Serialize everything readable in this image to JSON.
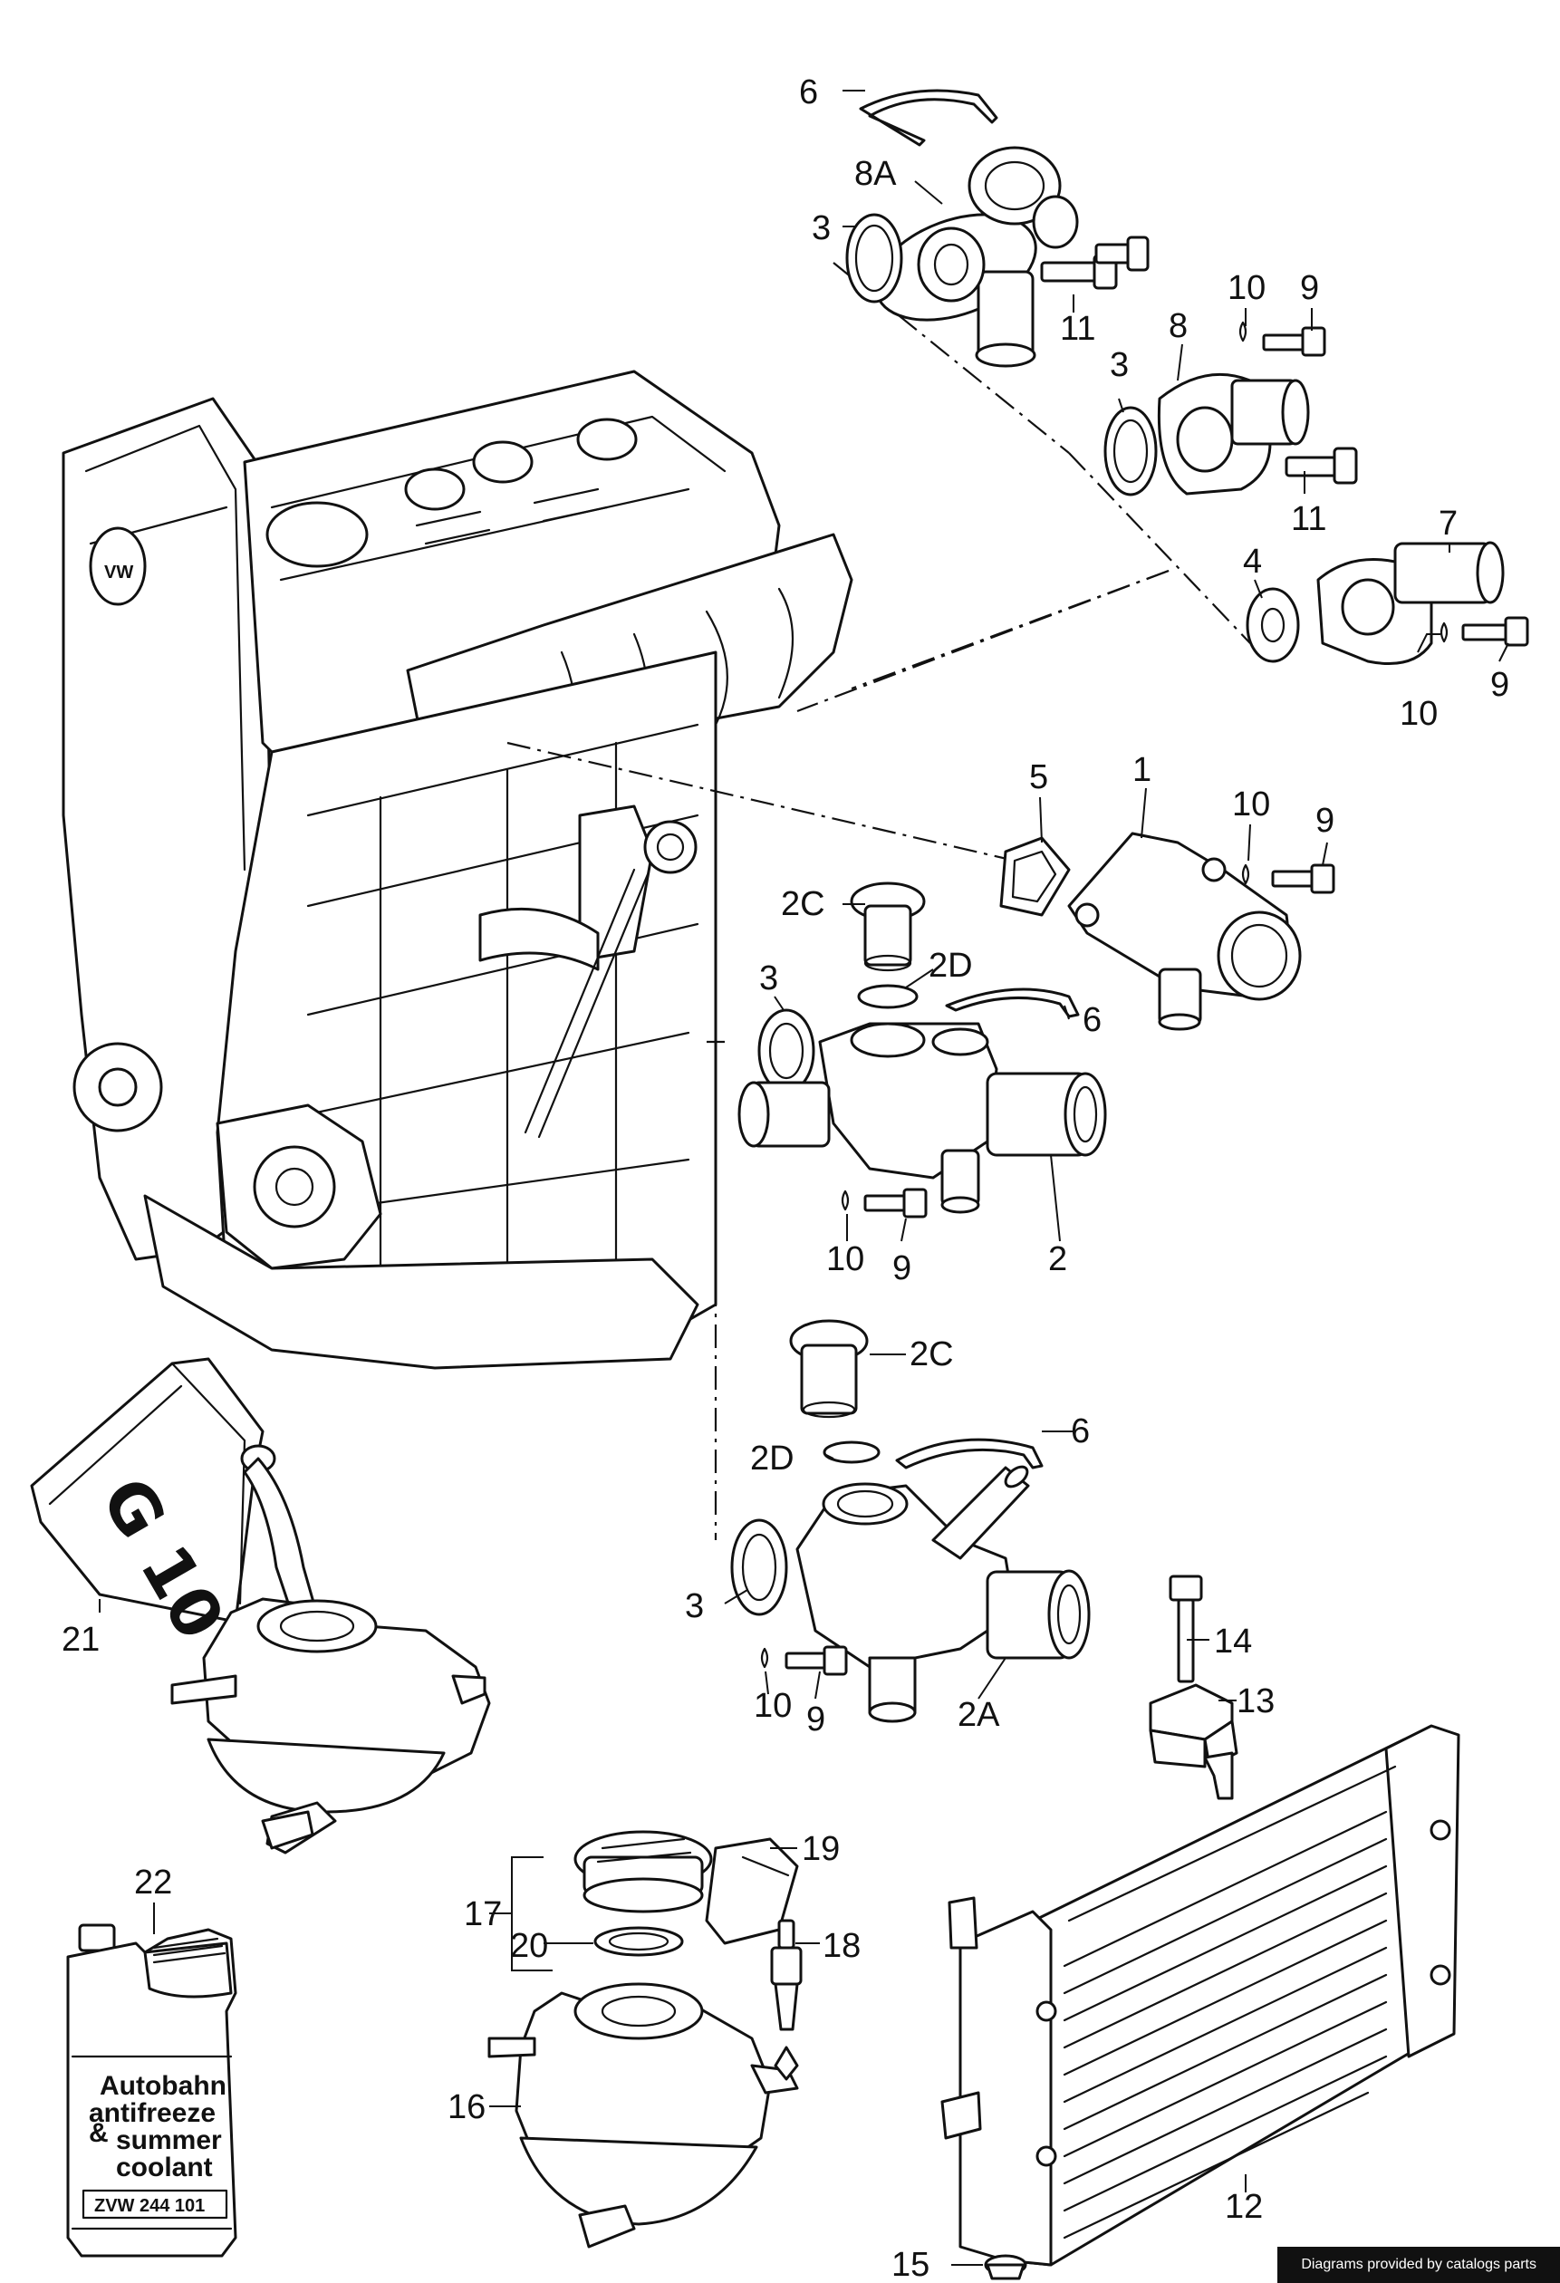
{
  "callouts": {
    "c1": "1",
    "c2": "2",
    "c2a": "2A",
    "c2c_top": "2C",
    "c2c_bottom": "2C",
    "c2d_top": "2D",
    "c2d_bottom": "2D",
    "c3_a": "3",
    "c3_b": "3",
    "c3_c": "3",
    "c3_d": "3",
    "c4": "4",
    "c5": "5",
    "c6_a": "6",
    "c6_b": "6",
    "c6_c": "6",
    "c7": "7",
    "c8": "8",
    "c8a": "8A",
    "c9_a": "9",
    "c9_b": "9",
    "c9_c": "9",
    "c9_d": "9",
    "c9_e": "9",
    "c10_a": "10",
    "c10_b": "10",
    "c10_c": "10",
    "c10_d": "10",
    "c10_e": "10",
    "c11_a": "11",
    "c11_b": "11",
    "c12": "12",
    "c13": "13",
    "c14": "14",
    "c15": "15",
    "c16": "16",
    "c17": "17",
    "c18": "18",
    "c19": "19",
    "c20": "20",
    "c21": "21",
    "c22": "22"
  },
  "coolant_can_label": "G 10",
  "antifreeze_label": {
    "line1": "Autobahn",
    "line2": "antifreeze",
    "line3": "summer",
    "line4": "coolant",
    "part_number": "ZVW 244 101"
  },
  "footer": {
    "credit": "Diagrams provided by catalogs parts"
  }
}
